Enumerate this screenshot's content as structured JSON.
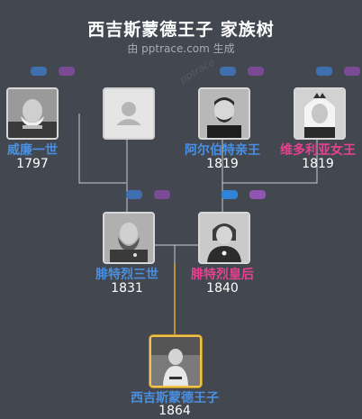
{
  "header": {
    "title": "西吉斯蒙德王子 家族树",
    "subtitle": "由 pptrace.com 生成",
    "watermark": "pptrace"
  },
  "people": [
    {
      "id": "wilhelm1",
      "name": "威廉一世",
      "year": "1797",
      "gender": "male",
      "photo": "portrait-wilhelm-i"
    },
    {
      "id": "unknown",
      "name": "",
      "year": "",
      "gender": "male",
      "photo": "placeholder-avatar-icon"
    },
    {
      "id": "albert",
      "name": "阿尔伯特亲王",
      "year": "1819",
      "gender": "male",
      "photo": "portrait-prince-albert"
    },
    {
      "id": "victoria",
      "name": "维多利亚女王",
      "year": "1819",
      "gender": "female",
      "photo": "portrait-queen-victoria"
    },
    {
      "id": "friedrich3",
      "name": "腓特烈三世",
      "year": "1831",
      "gender": "male",
      "photo": "portrait-friedrich-iii"
    },
    {
      "id": "empress",
      "name": "腓特烈皇后",
      "year": "1840",
      "gender": "female",
      "photo": "portrait-empress-frederick"
    },
    {
      "id": "sigismund",
      "name": "西吉斯蒙德王子",
      "year": "1864",
      "gender": "male",
      "photo": "portrait-prince-sigismund"
    }
  ],
  "colors": {
    "background": "#424750",
    "male": "#4a90e2",
    "female": "#e8418f",
    "focus_border": "#f2c24a",
    "connector": "#c9cbd0",
    "focus_connector": "#e0a93a"
  }
}
